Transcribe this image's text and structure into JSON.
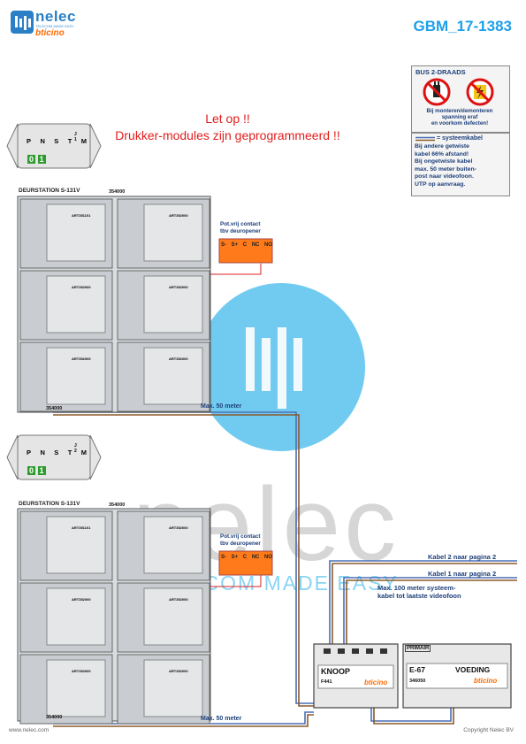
{
  "header": {
    "logo_text": "nelec",
    "logo_tagline": "TELECOM MADE EASY",
    "logo_brand": "bticino",
    "doc_code": "GBM_17-1383"
  },
  "warning": {
    "line1": "Let op !!",
    "line2": "Drukker-modules zijn geprogrammeerd !!"
  },
  "bus_box": {
    "title": "BUS 2-DRAADS",
    "line1": "Bij monteren/demonteren",
    "line2": "spanning eraf",
    "line3": "en voorkom defecten!"
  },
  "system_box": {
    "title": "= systeemkabel",
    "lines": [
      "Bij andere getwiste",
      "kabel 66% afstand!",
      "Bij ongetwiste kabel",
      "max. 50 meter buiten-",
      "post naar videofoon.",
      "UTP op aanvraag."
    ]
  },
  "dip": {
    "labels": [
      "P",
      "N",
      "S",
      "T",
      "M"
    ],
    "j_labels": [
      "J",
      "1",
      "J",
      "2"
    ],
    "values": [
      "0",
      "1"
    ]
  },
  "station1": {
    "title": "DEURSTATION S-131V",
    "top_part": "354000",
    "bottom_part": "354000",
    "modules": [
      "ART351101",
      "ART352000",
      "ART352000",
      "ART352000",
      "ART352000",
      "ART352000"
    ],
    "pot_line1": "Pot.vrij contact",
    "pot_line2": "tbv deuropener",
    "terminals": [
      "S-",
      "S+",
      "C",
      "NC",
      "NO"
    ],
    "cable_label": "Max. 50 meter"
  },
  "station2": {
    "title": "DEURSTATION S-131V",
    "top_part": "354000",
    "bottom_part": "354000",
    "modules": [
      "ART351101",
      "ART352000",
      "ART352000",
      "ART352000",
      "ART352000",
      "ART352000"
    ],
    "pot_line1": "Pot.vrij contact",
    "pot_line2": "tbv deuropener",
    "terminals": [
      "S-",
      "S+",
      "C",
      "NC",
      "NO"
    ],
    "cable_label": "Max. 50 meter"
  },
  "cables": {
    "cable2": "Kabel 2 naar pagina 2",
    "cable1": "Kabel 1 naar pagina 2",
    "max100_line1": "Max. 100 meter systeem-",
    "max100_line2": "kabel tot laatste videofoon"
  },
  "knoop": {
    "name": "KNOOP",
    "code": "F441",
    "brand": "bticino"
  },
  "voeding": {
    "primair": "PRIMAIR",
    "model": "E-67",
    "name": "VOEDING",
    "code": "346050",
    "brand": "bticino"
  },
  "watermark": {
    "text1": "nelec",
    "text2": "TELECOM MADE EASY"
  },
  "footer": {
    "left": "www.nelec.com",
    "right": "Copyright Nelec BV"
  },
  "colors": {
    "accent_blue": "#1ea0e8",
    "warning_red": "#e11d1d",
    "navy": "#1d3f7a",
    "orange": "#ff7a1a",
    "watermark": "#58c2ee"
  }
}
